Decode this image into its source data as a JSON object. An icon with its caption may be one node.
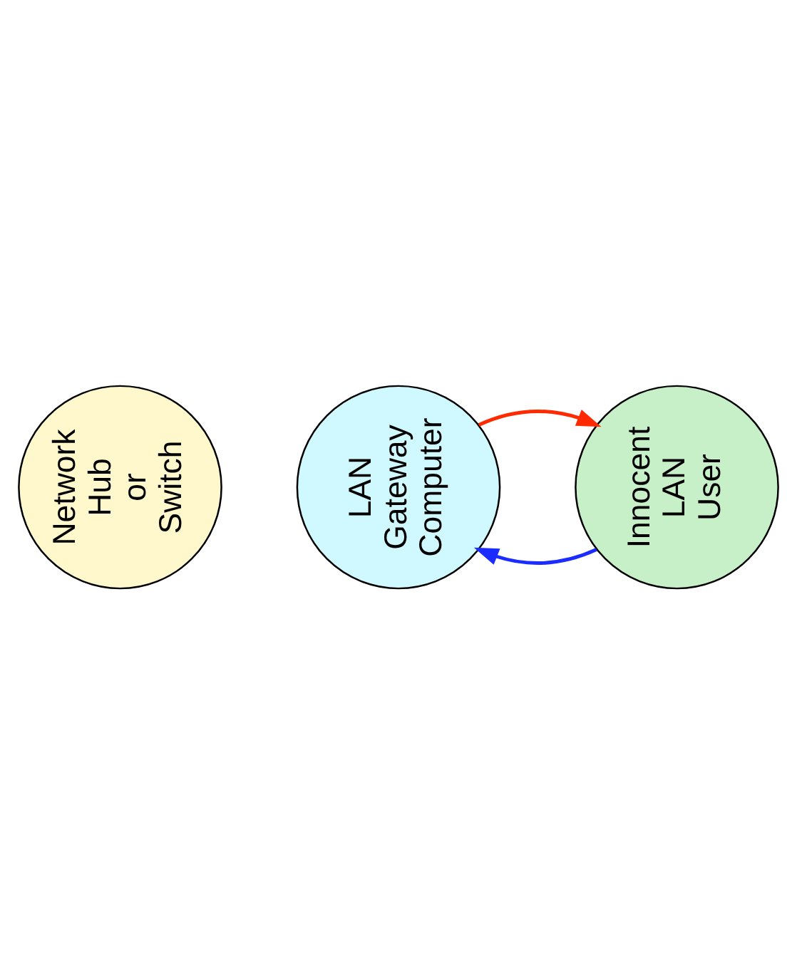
{
  "diagram": {
    "nodes": [
      {
        "text": [
          "Innocent LAN User"
        ]
      },
      {
        "text": [
          "Network Hub or Switch"
        ]
      },
      {
        "text": [
          "LAN Gateway Computer"
        ]
      }
    ],
    "edges": [
      {
        "from": 2,
        "to": 0,
        "arrow": "to",
        "color": "#ff2a00"
      },
      {
        "from": 0,
        "to": 2,
        "arrow": "to",
        "color": "#1a2cff"
      }
    ]
  }
}
